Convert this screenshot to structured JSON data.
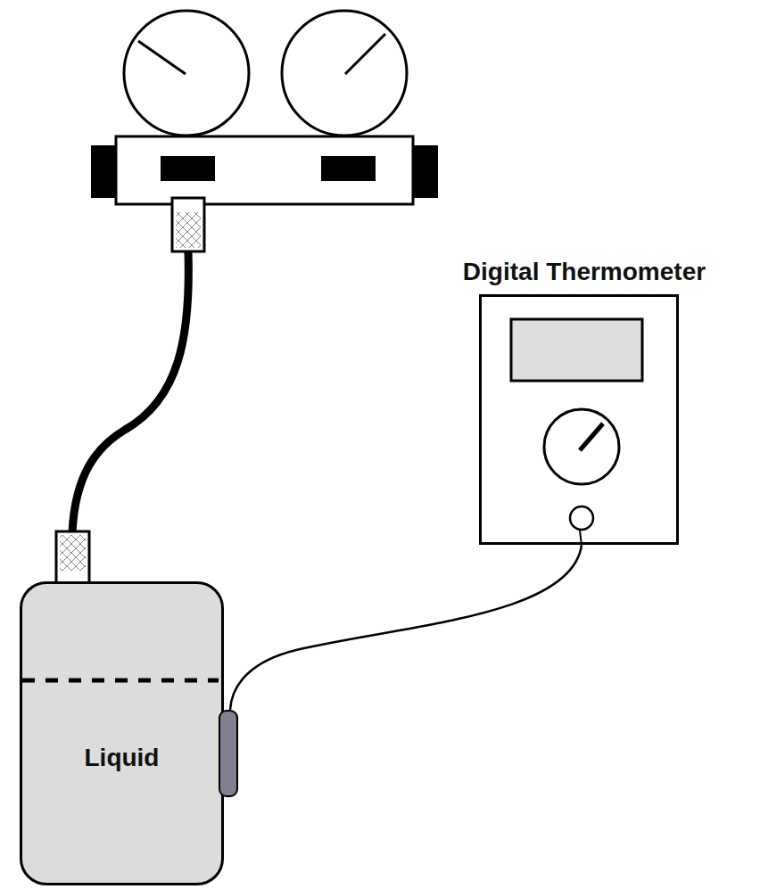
{
  "diagram": {
    "nodes": [
      {
        "text": [
          "Digital Thermometer"
        ]
      },
      {
        "text": [
          "Liquid"
        ]
      }
    ],
    "edges": [
      {
        "from": 0,
        "to": 1,
        "arrow": "none"
      }
    ]
  }
}
